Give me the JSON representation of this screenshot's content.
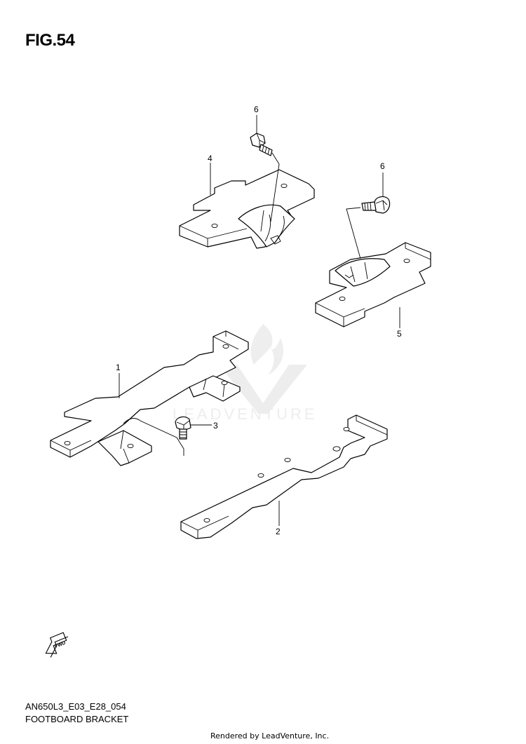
{
  "figure": {
    "title": "FIG.54",
    "model_code": "AN650L3_E03_E28_054",
    "name": "FOOTBOARD BRACKET"
  },
  "callouts": {
    "p1": "1",
    "p2": "2",
    "p3": "3",
    "p4": "4",
    "p5": "5",
    "p6a": "6",
    "p6b": "6"
  },
  "fwd_arrow": {
    "label": "FWD",
    "icon": "fwd-arrow-icon"
  },
  "watermark": {
    "text": "LEADVENTURE"
  },
  "footer": {
    "rendered_by": "Rendered by LeadVenture, Inc."
  }
}
